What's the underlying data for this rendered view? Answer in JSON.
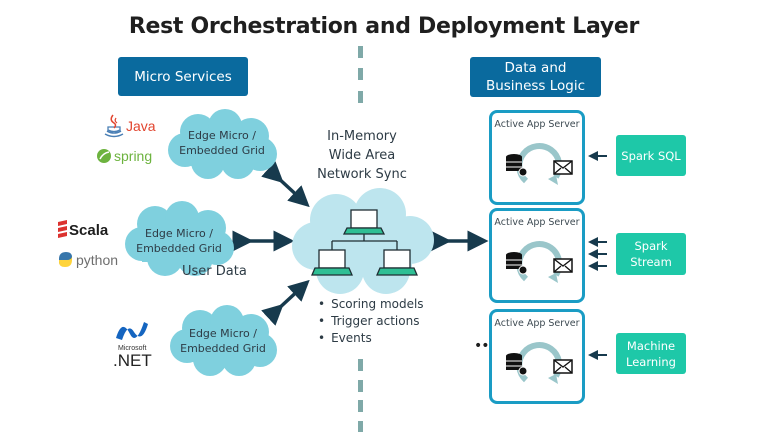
{
  "title": "Rest Orchestration and Deployment Layer",
  "headers": {
    "left": "Micro Services",
    "right_line1": "Data and",
    "right_line2": "Business Logic"
  },
  "edge_clouds": [
    {
      "line1": "Edge Micro /",
      "line2": "Embedded Grid",
      "logos": [
        "Java",
        "spring"
      ]
    },
    {
      "line1": "Edge Micro /",
      "line2": "Embedded Grid",
      "logos": [
        "Scala",
        "python"
      ]
    },
    {
      "line1": "Edge Micro /",
      "line2": "Embedded Grid",
      "logos": [
        "Microsoft",
        ".NET"
      ]
    }
  ],
  "user_data_label": "User Data",
  "sync": {
    "line1": "In-Memory",
    "line2": "Wide Area",
    "line3": "Network Sync",
    "icon": "laptop-network-icon",
    "bullets": [
      "Scoring models",
      "Trigger actions",
      "Events"
    ]
  },
  "servers": [
    {
      "label": "Active App Server",
      "source_line1": "Spark SQL",
      "source_line2": "",
      "inbound_arrows": 1
    },
    {
      "label": "Active App Server",
      "source_line1": "Spark",
      "source_line2": "Stream",
      "inbound_arrows": 3
    },
    {
      "label": "Active App Server",
      "source_line1": "Machine",
      "source_line2": "Learning",
      "inbound_arrows": 1
    }
  ],
  "ellipsis": "••",
  "colors": {
    "header_blue": "#0a6a9e",
    "cloud_blue": "#7fd0de",
    "sync_cloud": "#bde5ee",
    "server_border": "#1a9cc4",
    "source_teal": "#1ec8a8",
    "arrow_navy": "#173a4d",
    "divider": "#7fa9a8",
    "laptop_green": "#2fbf94"
  }
}
